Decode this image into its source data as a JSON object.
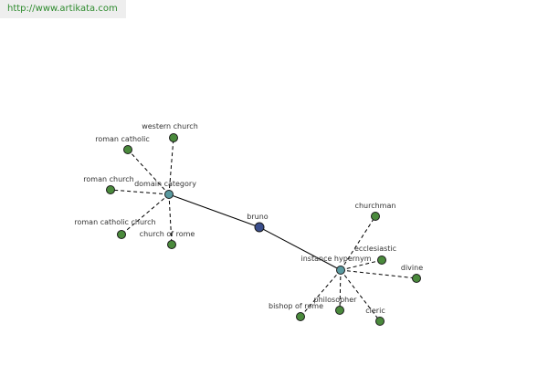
{
  "source": {
    "label": "http://www.artikata.com"
  },
  "colors": {
    "center": "#3a4e8c",
    "hub": "#5a9aa0",
    "leaf": "#4a8a3c",
    "link": "#2e8b2e"
  },
  "graph": {
    "center": {
      "label": "bruno"
    },
    "hubs": [
      {
        "label": "domain category",
        "leaves": [
          {
            "label": "western church"
          },
          {
            "label": "roman catholic"
          },
          {
            "label": "roman church"
          },
          {
            "label": "roman catholic church"
          },
          {
            "label": "church of rome"
          }
        ]
      },
      {
        "label": "instance hypernym",
        "leaves": [
          {
            "label": "churchman"
          },
          {
            "label": "ecclesiastic"
          },
          {
            "label": "divine"
          },
          {
            "label": "cleric"
          },
          {
            "label": "philosopher"
          },
          {
            "label": "bishop of rome"
          }
        ]
      }
    ]
  }
}
